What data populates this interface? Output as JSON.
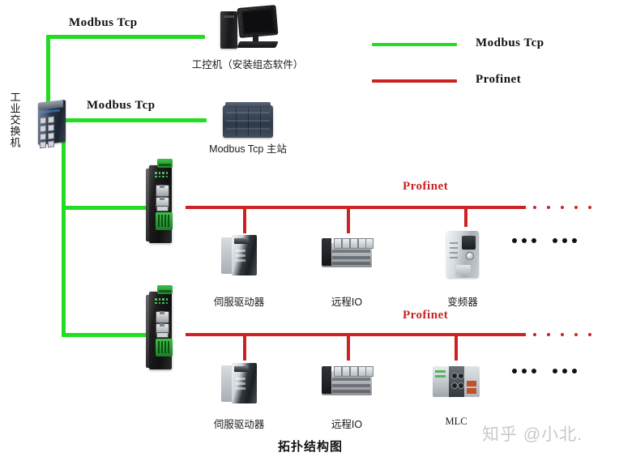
{
  "title": "拓扑结构图",
  "watermark": "知乎 @小北.",
  "legend": {
    "items": [
      {
        "label": "Modbus Tcp",
        "color": "#22dd22",
        "icon": "green-line-icon"
      },
      {
        "label": "Profinet",
        "color": "#cc2222",
        "icon": "red-line-icon"
      }
    ]
  },
  "switch": {
    "label": "工业交换机",
    "icon": "industrial-switch-icon"
  },
  "links": {
    "modbus_top": "Modbus Tcp",
    "modbus_mid": "Modbus Tcp",
    "profinet_bus1": "Profinet",
    "profinet_bus2": "Profinet"
  },
  "nodes": {
    "hmi": {
      "label": "工控机（安装组态软件）",
      "icon": "industrial-pc-icon"
    },
    "plc_master": {
      "label": "Modbus Tcp 主站",
      "icon": "plc-rack-icon"
    },
    "gateway1": {
      "label": "",
      "icon": "protocol-gateway-icon"
    },
    "gateway2": {
      "label": "",
      "icon": "protocol-gateway-icon"
    }
  },
  "bus1_devices": [
    {
      "label": "伺服驱动器",
      "icon": "servo-drive-icon"
    },
    {
      "label": "远程IO",
      "icon": "remote-io-icon"
    },
    {
      "label": "变频器",
      "icon": "vfd-icon"
    }
  ],
  "bus2_devices": [
    {
      "label": "伺服驱动器",
      "icon": "servo-drive-icon"
    },
    {
      "label": "远程IO",
      "icon": "remote-io-icon"
    },
    {
      "label": "MLC",
      "icon": "mlc-controller-icon"
    }
  ],
  "colors": {
    "modbus": "#22dd22",
    "profinet": "#cc2222",
    "text": "#111111",
    "background": "#ffffff"
  }
}
